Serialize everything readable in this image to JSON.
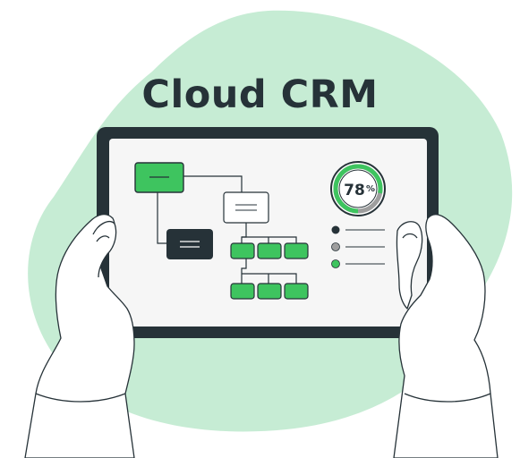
{
  "title": "Cloud CRM",
  "gauge": {
    "value_label": "78",
    "percent_sign": "%",
    "value": 0.78
  },
  "colors": {
    "background_blob": "#c6ecd4",
    "accent_green": "#3ec45f",
    "dark": "#263238",
    "screen": "#f6f6f6",
    "gray": "#9e9e9e"
  },
  "legend_items": [
    {
      "icon": "dark-dot-icon",
      "color": "#263238"
    },
    {
      "icon": "gray-dot-icon",
      "color": "#9e9e9e"
    },
    {
      "icon": "green-dot-icon",
      "color": "#3ec45f"
    }
  ]
}
